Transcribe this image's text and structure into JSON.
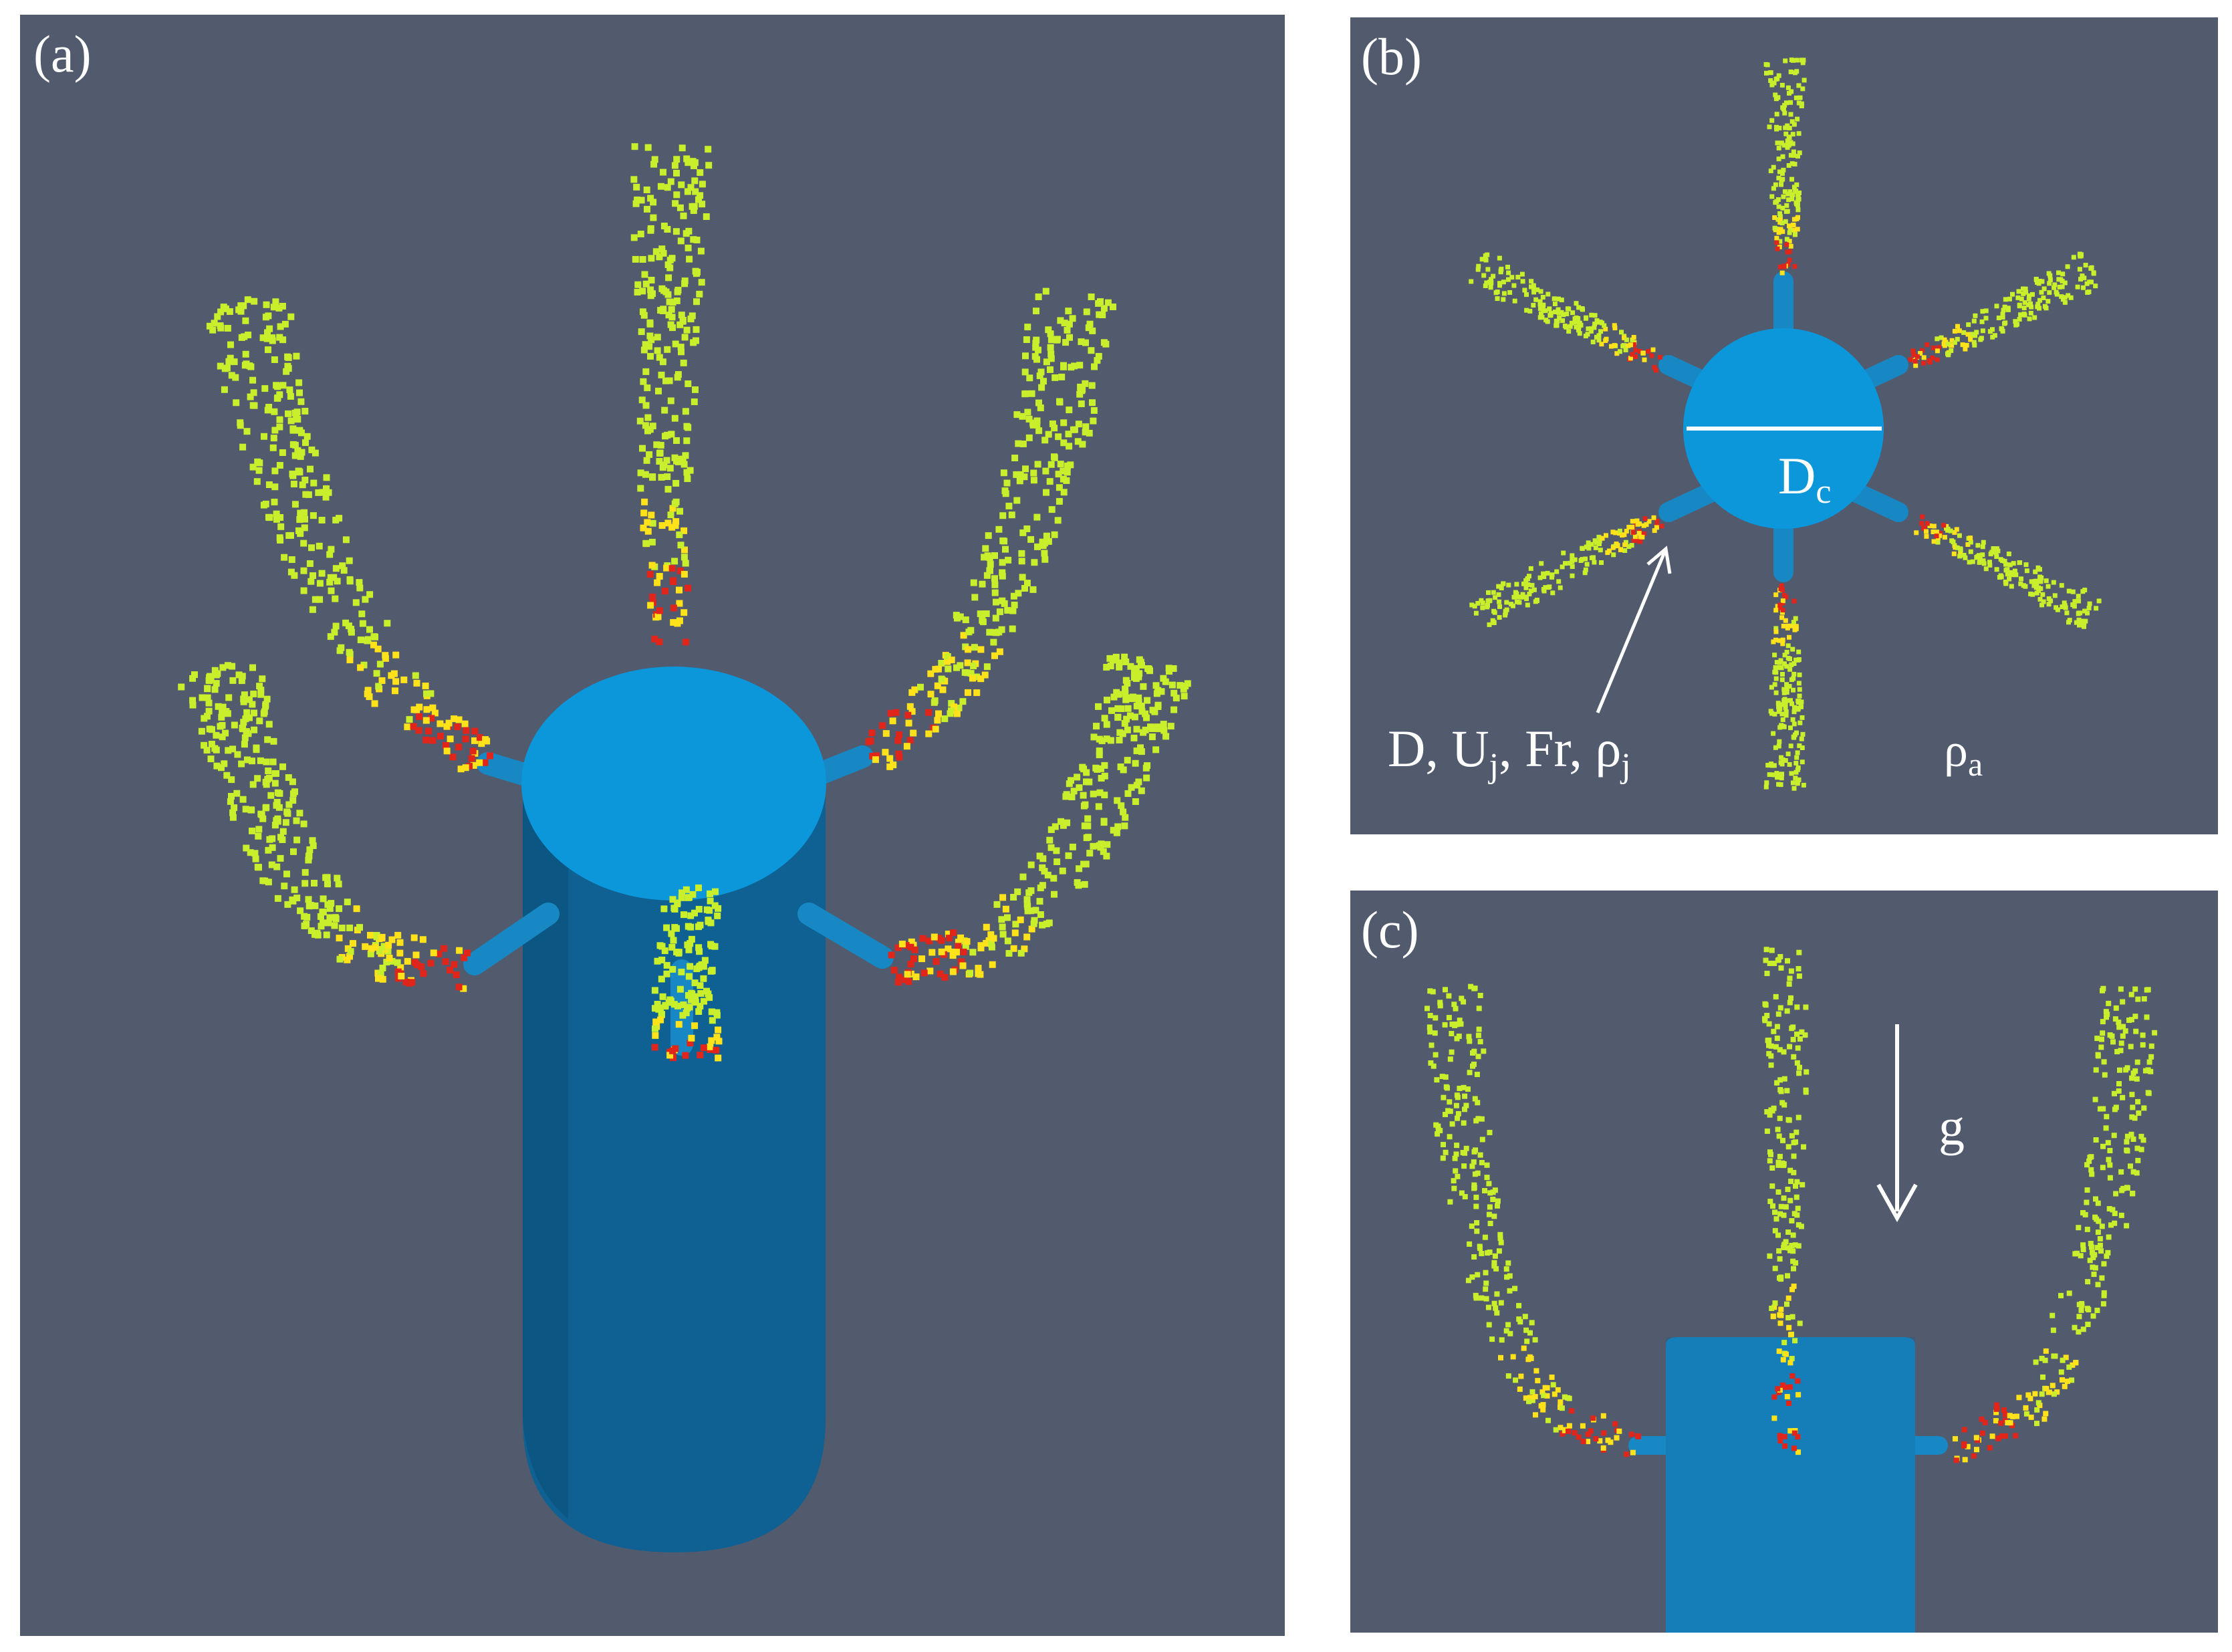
{
  "colors": {
    "background": "#525a6e",
    "cylinder_side": "#0e6192",
    "cylinder_top": "#0b97d9",
    "nozzle": "#1788c4",
    "particle_core": "#e0251a",
    "particle_mid": "#ffe21a",
    "particle_outer": "#c9ee2c",
    "label": "#ffffff"
  },
  "panels": {
    "a": {
      "label": "(a)"
    },
    "b": {
      "label": "(b)",
      "diameter_label": "D",
      "diameter_sub": "c",
      "jet_params": [
        "D, U",
        "j",
        ", Fr, ρ",
        "j"
      ],
      "ambient_label": "ρ",
      "ambient_sub": "a"
    },
    "c": {
      "label": "(c)",
      "gravity_label": "g"
    }
  }
}
